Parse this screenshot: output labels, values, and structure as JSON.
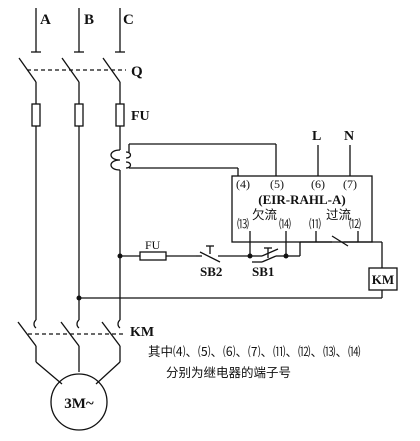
{
  "phases": [
    "A",
    "B",
    "C"
  ],
  "switch_label": "Q",
  "fuse_label": "FU",
  "relay": {
    "model": "(EIR-RAHL-A)",
    "terminals_top": [
      "(4)",
      "(5)",
      "(6)",
      "(7)"
    ],
    "undercurrent_label": "欠流",
    "overcurrent_label": "过流",
    "terminals_under": [
      "⒀",
      "⒁"
    ],
    "terminals_over": [
      "⑾",
      "⑿"
    ]
  },
  "supply": {
    "line": "L",
    "neutral": "N"
  },
  "control": {
    "fuse_label": "FU",
    "stop_button": "SB2",
    "start_button": "SB1",
    "coil_label": "KM"
  },
  "contactor_label": "KM",
  "motor_label": "3M~",
  "note": {
    "line1": "其中⑷、⑸、⑹、⑺、⑾、⑿、⒀、⒁",
    "line2": "分别为继电器的端子号"
  }
}
